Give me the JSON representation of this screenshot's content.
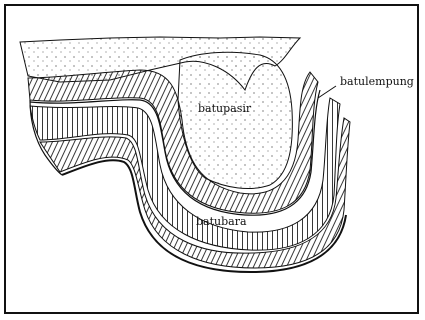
{
  "labels": {
    "batupasir": "batupasir",
    "batulempung": "batulempung",
    "batubara": "batubara"
  }
}
